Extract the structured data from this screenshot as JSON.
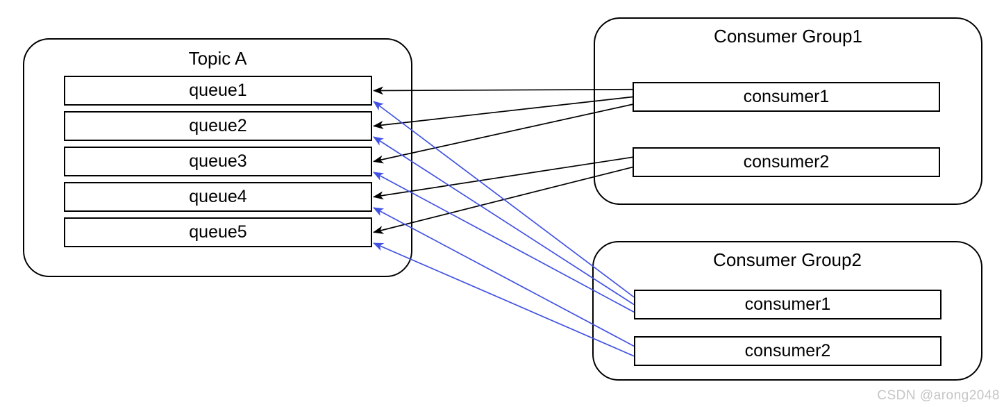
{
  "topic": {
    "title": "Topic A",
    "queues": [
      {
        "id": "queue1",
        "label": "queue1"
      },
      {
        "id": "queue2",
        "label": "queue2"
      },
      {
        "id": "queue3",
        "label": "queue3"
      },
      {
        "id": "queue4",
        "label": "queue4"
      },
      {
        "id": "queue5",
        "label": "queue5"
      }
    ]
  },
  "groups": [
    {
      "id": "cg1",
      "title": "Consumer Group1",
      "consumers": [
        {
          "id": "cg1-consumer1",
          "label": "consumer1"
        },
        {
          "id": "cg1-consumer2",
          "label": "consumer2"
        }
      ]
    },
    {
      "id": "cg2",
      "title": "Consumer Group2",
      "consumers": [
        {
          "id": "cg2-consumer1",
          "label": "consumer1"
        },
        {
          "id": "cg2-consumer2",
          "label": "consumer2"
        }
      ]
    }
  ],
  "connections": [
    {
      "from": "cg1-consumer1",
      "to": "queue1",
      "color": "black"
    },
    {
      "from": "cg1-consumer1",
      "to": "queue2",
      "color": "black"
    },
    {
      "from": "cg1-consumer1",
      "to": "queue3",
      "color": "black"
    },
    {
      "from": "cg1-consumer2",
      "to": "queue4",
      "color": "black"
    },
    {
      "from": "cg1-consumer2",
      "to": "queue5",
      "color": "black"
    },
    {
      "from": "cg2-consumer1",
      "to": "queue1",
      "color": "blue"
    },
    {
      "from": "cg2-consumer1",
      "to": "queue2",
      "color": "blue"
    },
    {
      "from": "cg2-consumer1",
      "to": "queue3",
      "color": "blue"
    },
    {
      "from": "cg2-consumer2",
      "to": "queue4",
      "color": "blue"
    },
    {
      "from": "cg2-consumer2",
      "to": "queue5",
      "color": "blue"
    }
  ],
  "colors": {
    "arrow_black": "#000000",
    "arrow_blue": "#4152e3",
    "border": "#000000",
    "background": "#ffffff",
    "watermark": "#c5c5c5"
  },
  "watermark": "CSDN @arong2048"
}
